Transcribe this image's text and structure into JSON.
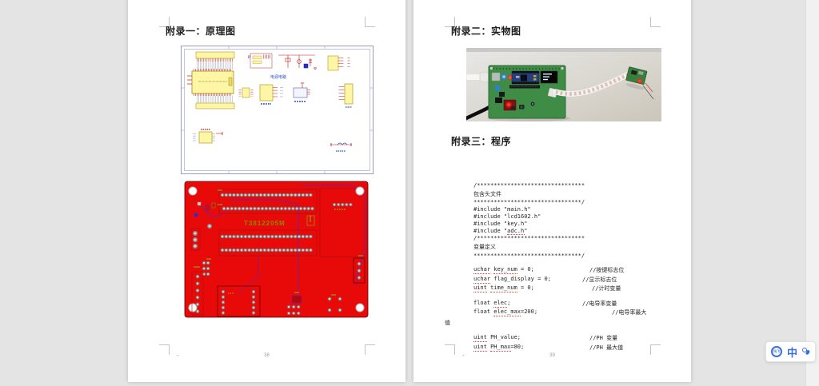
{
  "app": {
    "background": "#e4e4e4",
    "page_color": "#ffffff"
  },
  "left_page": {
    "title": "附录一：原理图",
    "page_number": "38",
    "footer_dash": "-",
    "schematic": {
      "power_label": "电源电路"
    },
    "pcb": {
      "silkscreen_text": "T3812205M",
      "board_color": "#e80909"
    }
  },
  "right_page": {
    "title_appendix2": "附录二：实物图",
    "title_appendix3": "附录三：程序",
    "page_number": "39",
    "footer_dash": "-",
    "code_lines": [
      {
        "code": "/********************************",
        "comment": ""
      },
      {
        "code": "包含头文件",
        "comment": ""
      },
      {
        "code": "********************************/",
        "comment": ""
      },
      {
        "code": "#include \"main.h\"",
        "comment": ""
      },
      {
        "code": "#include \"lcd1602.h\"",
        "comment": ""
      },
      {
        "code": "#include \"key.h\"",
        "comment": ""
      },
      {
        "code": "#include \"adc.h\"",
        "comment": ""
      },
      {
        "code": "/********************************",
        "comment": ""
      },
      {
        "code": "变量定义",
        "comment": ""
      },
      {
        "code": "********************************/",
        "comment": ""
      },
      {
        "code": "uchar key_num = 0;",
        "comment": "//按键标志位"
      },
      {
        "code": "uchar flag_display = 0;",
        "comment": "//显示标志位"
      },
      {
        "code": "uint time_num = 0;",
        "comment": "//计时变量"
      },
      {
        "code": "float elec;",
        "comment": "//电导率变量"
      },
      {
        "code": "float elec_max=200;",
        "comment": "//电导率最大"
      },
      {
        "code": "值",
        "comment": ""
      },
      {
        "code": "uint PH_value;",
        "comment": "//PH 变量"
      },
      {
        "code": "uint PH_max=80;",
        "comment": "//PH 最大值"
      }
    ]
  },
  "ime": {
    "logo_text": "讯飞",
    "mode": "中"
  }
}
